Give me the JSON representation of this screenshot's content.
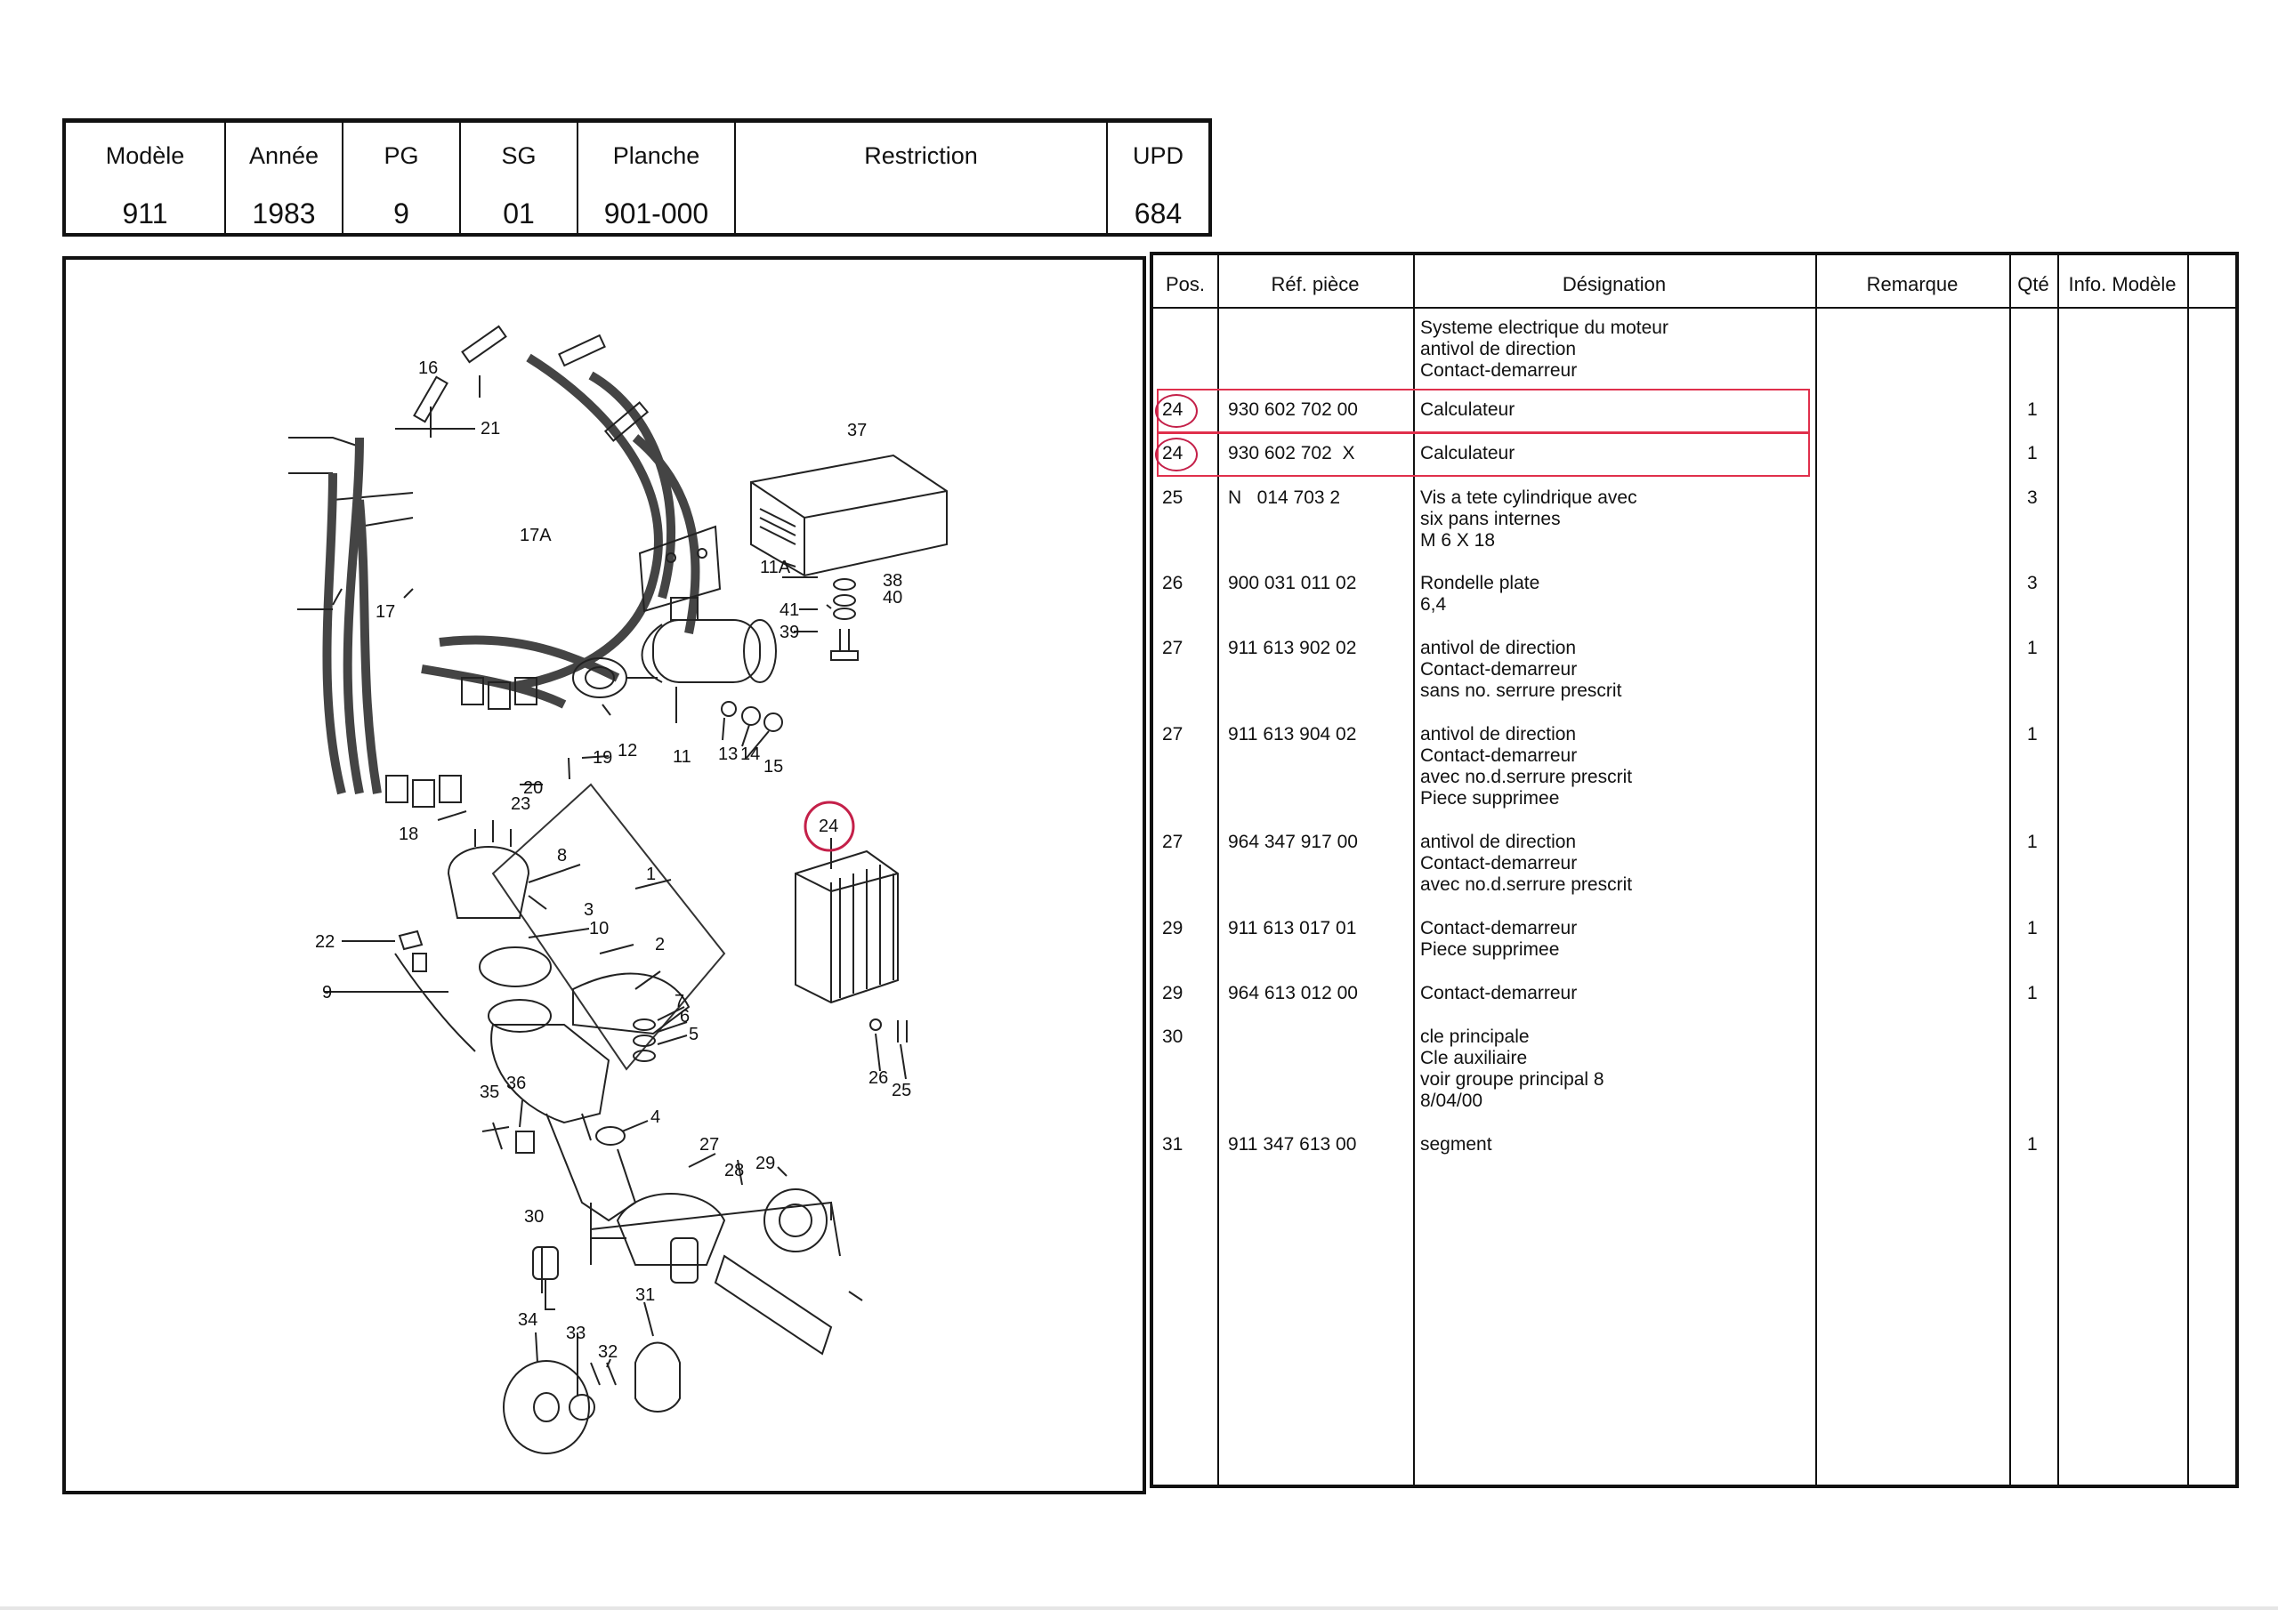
{
  "header": {
    "columns": [
      {
        "label": "Modèle",
        "value": "911"
      },
      {
        "label": "Année",
        "value": "1983"
      },
      {
        "label": "PG",
        "value": "9"
      },
      {
        "label": "SG",
        "value": "01"
      },
      {
        "label": "Planche",
        "value": "901-000"
      },
      {
        "label": "Restriction",
        "value": ""
      },
      {
        "label": "UPD",
        "value": "684"
      }
    ]
  },
  "table": {
    "headers": [
      "Pos.",
      "Réf. pièce",
      "Désignation",
      "Remarque",
      "Qté",
      "Info. Modèle"
    ],
    "rows": [
      {
        "pos": "",
        "ref": "",
        "designation": [
          "Systeme electrique du moteur",
          "antivol de direction",
          "Contact-demarreur"
        ],
        "qty": ""
      },
      {
        "pos": "24",
        "ref": "930 602 702 00",
        "designation": [
          "Calculateur"
        ],
        "qty": "1"
      },
      {
        "pos": "24",
        "ref": "930 602 702  X",
        "designation": [
          "Calculateur"
        ],
        "qty": "1"
      },
      {
        "pos": "25",
        "ref": "N   014 703 2",
        "designation": [
          "Vis a tete cylindrique avec",
          "six pans internes",
          "M 6 X 18"
        ],
        "qty": "3"
      },
      {
        "pos": "26",
        "ref": "900 031 011 02",
        "designation": [
          "Rondelle plate",
          "6,4"
        ],
        "qty": "3"
      },
      {
        "pos": "27",
        "ref": "911 613 902 02",
        "designation": [
          "antivol de direction",
          "Contact-demarreur",
          "sans no. serrure prescrit"
        ],
        "qty": "1"
      },
      {
        "pos": "27",
        "ref": "911 613 904 02",
        "designation": [
          "antivol de direction",
          "Contact-demarreur",
          "avec no.d.serrure prescrit",
          "Piece supprimee"
        ],
        "qty": "1"
      },
      {
        "pos": "27",
        "ref": "964 347 917 00",
        "designation": [
          "antivol de direction",
          "Contact-demarreur",
          "avec no.d.serrure prescrit"
        ],
        "qty": "1"
      },
      {
        "pos": "29",
        "ref": "911 613 017 01",
        "designation": [
          "Contact-demarreur",
          "Piece supprimee"
        ],
        "qty": "1"
      },
      {
        "pos": "29",
        "ref": "964 613 012 00",
        "designation": [
          "Contact-demarreur"
        ],
        "qty": "1"
      },
      {
        "pos": "30",
        "ref": "",
        "designation": [
          "cle principale",
          "Cle auxiliaire",
          "voir groupe principal 8",
          "8/04/00"
        ],
        "qty": ""
      },
      {
        "pos": "31",
        "ref": "911 347 613 00",
        "designation": [
          "segment"
        ],
        "qty": "1"
      }
    ]
  },
  "diagram": {
    "callouts": [
      "16",
      "21",
      "37",
      "17A",
      "11A",
      "38",
      "40",
      "41",
      "39",
      "17",
      "12",
      "11",
      "13",
      "14",
      "15",
      "19",
      "20",
      "23",
      "18",
      "8",
      "1",
      "24",
      "3",
      "10",
      "2",
      "22",
      "9",
      "7",
      "6",
      "5",
      "26",
      "25",
      "35",
      "36",
      "4",
      "27",
      "28",
      "29",
      "30",
      "34",
      "33",
      "32",
      "31"
    ],
    "highlight_color": "#c42049"
  }
}
